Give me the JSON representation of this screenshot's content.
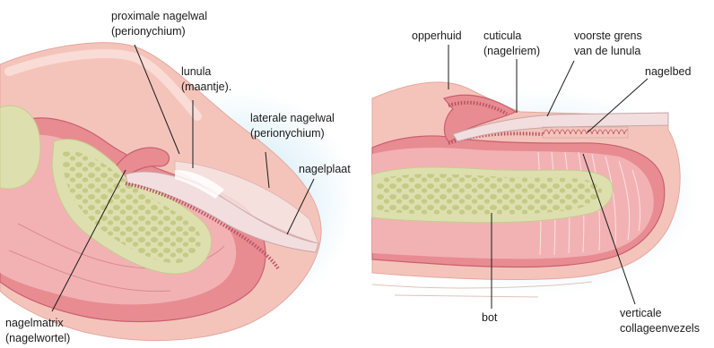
{
  "left_figure": {
    "labels": {
      "proximal_fold_line1": "proximale nagelwal",
      "proximal_fold_line2": "(perionychium)",
      "lunula_line1": "lunula",
      "lunula_line2": "(maantje).",
      "lateral_fold_line1": "laterale nagelwal",
      "lateral_fold_line2": "(perionychium)",
      "nail_plate": "nagelplaat",
      "matrix_line1": "nagelmatrix",
      "matrix_line2": "(nagelwortel)"
    }
  },
  "right_figure": {
    "labels": {
      "epidermis": "opperhuid",
      "cuticle_line1": "cuticula",
      "cuticle_line2": "(nagelriem)",
      "lunula_border_line1": "voorste grens",
      "lunula_border_line2": "van de lunula",
      "nail_bed": "nagelbed",
      "bone": "bot",
      "collagen_line1": "verticale",
      "collagen_line2": "collageenvezels"
    }
  },
  "colors": {
    "skin": "#f4c4bb",
    "skin_light": "#f8d8d0",
    "dermis": "#e88c92",
    "dermis_dark": "#c9606c",
    "bone": "#dde0ae",
    "bone_dots": "#c6ca86",
    "nail": "#f2dede",
    "shadow": "#bfe3f2"
  }
}
